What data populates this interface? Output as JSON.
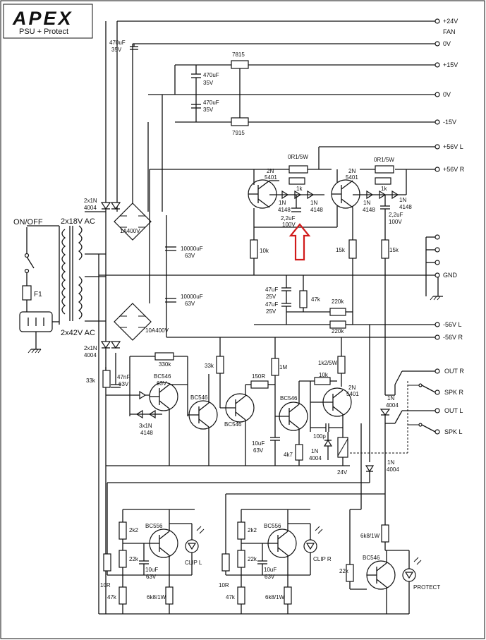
{
  "header": {
    "logo_text": "APEX",
    "subtitle": "PSU + Protect"
  },
  "rails": {
    "plus24": "+24V",
    "fan": "FAN",
    "zero1": "0V",
    "plus15": "+15V",
    "zero2": "0V",
    "minus15": "-15V",
    "plus56l": "+56V L",
    "plus56r": "+56V R",
    "gnd": "GND",
    "minus56l": "-56V L",
    "minus56r": "-56V R",
    "outr": "OUT R",
    "spkr": "SPK R",
    "outl": "OUT L",
    "spkl": "SPK L"
  },
  "labels": {
    "onoff": "ON/OFF",
    "f1": "F1",
    "tr18": "2x18V AC",
    "tr42": "2x42V AC",
    "d1a": "2x1N",
    "d1b": "4004",
    "d2a": "2x1N",
    "d2b": "4004",
    "c470a": "470uF",
    "c470av": "35V",
    "c470b": "470uF",
    "c470bv": "35V",
    "c470c": "470uF",
    "c470cv": "35V",
    "reg7815": "7815",
    "reg7915": "7915",
    "br1": "1A400V",
    "br2": "10A400V",
    "c10000a": "10000uF",
    "c10000av": "63V",
    "c10000b": "10000uF",
    "c10000bv": "63V",
    "r0r1a": "0R1/5W",
    "r0r1b": "0R1/5W",
    "q2n_a1": "2N",
    "q2n_a2": "5401",
    "q2n_b1": "2N",
    "q2n_b2": "5401",
    "r1ka": "1k",
    "r1kb": "1k",
    "d4148a1": "1N",
    "d4148a2": "4148",
    "d4148b1": "1N",
    "d4148b2": "4148",
    "d4148c1": "1N",
    "d4148c2": "4148",
    "d4148d1": "1N",
    "d4148d2": "4148",
    "c22a": "2,2uF",
    "c22av": "100V",
    "c22b": "2,2uF",
    "c22bv": "100V",
    "r10k": "10k",
    "r15ka": "15k",
    "r15kb": "15k",
    "c47a": "47uF",
    "c47av": "25V",
    "c47b": "47uF",
    "c47bv": "25V",
    "r47k": "47k",
    "r220ka": "220k",
    "r220kb": "220k",
    "r33ka": "33k",
    "r33kb": "33k",
    "c47n": "47nF",
    "c47nv": "63V",
    "r330k": "330k",
    "bc546a1": "BC546",
    "bc546a2": "63V",
    "bc546b": "BC546",
    "bc546c": "BC546",
    "bc546d": "BC546",
    "d3x_a": "3x1N",
    "d3x_b": "4148",
    "r150r": "150R",
    "r1m": "1M",
    "r1k2": "1k2/5W",
    "r10k2": "10k",
    "q2n_c1": "2N",
    "q2n_c2": "5401",
    "c100p": "100p",
    "c10u": "10uF",
    "c10uv": "63V",
    "r4k7": "4k7",
    "d4004a1": "1N",
    "d4004a2": "4004",
    "relay": "24V",
    "d4004b1": "1N",
    "d4004b2": "4004",
    "d4004c1": "1N",
    "d4004c2": "4004",
    "r2k2a": "2k2",
    "r2k2b": "2k2",
    "bc556a": "BC556",
    "bc556b": "BC556",
    "r22ka": "22k",
    "r22kb": "22k",
    "r22kc": "22k",
    "c10ua": "10uF",
    "c10uav": "63V",
    "c10ub": "10uF",
    "c10ubv": "63V",
    "clipl": "CLIP L",
    "clipr": "CLIP R",
    "r10ra": "10R",
    "r10rb": "10R",
    "r47ka": "47k",
    "r47kb": "47k",
    "r6k8a": "6k8/1W",
    "r6k8b": "6k8/1W",
    "r6k8c": "6k8/1W",
    "bc546e": "BC546",
    "protect": "PROTECT"
  },
  "colors": {
    "wire": "#111111",
    "highlight_arrow": "#d11a1a",
    "background": "#ffffff"
  }
}
